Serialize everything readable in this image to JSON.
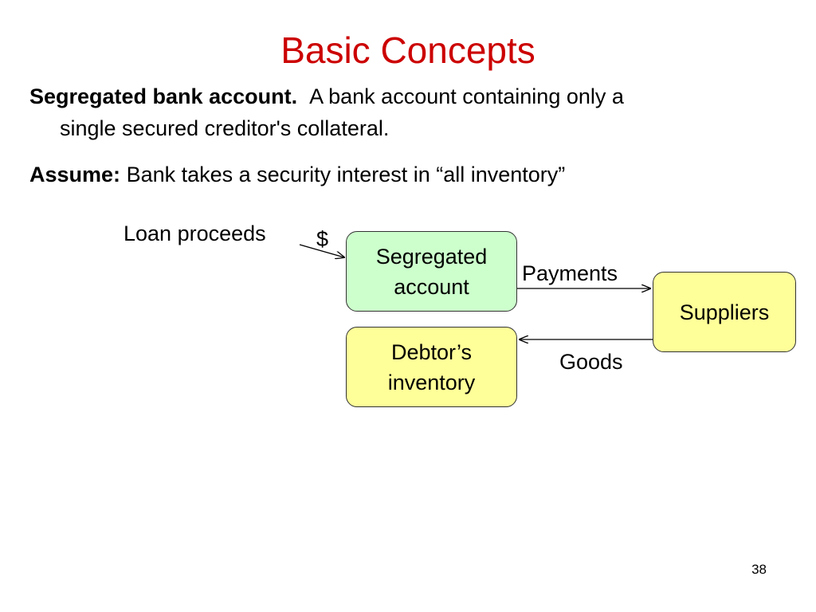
{
  "slide": {
    "title": "Basic Concepts",
    "definition": {
      "term": "Segregated bank account.",
      "text_line1": "A bank account containing only a",
      "text_line2": "single secured creditor's collateral."
    },
    "assumption": {
      "label": "Assume:",
      "text": "Bank takes a security interest in “all inventory”"
    },
    "page_number": "38"
  },
  "diagram": {
    "colors": {
      "segregated_fill": "#ccffcc",
      "yellow_fill": "#ffff99",
      "arrow": "#000000"
    },
    "labels": {
      "loan_proceeds": "Loan proceeds",
      "dollar": "$",
      "payments": "Payments",
      "goods": "Goods"
    },
    "nodes": {
      "segregated_account": {
        "line1": "Segregated",
        "line2": "account"
      },
      "debtors_inventory": {
        "line1": "Debtor’s",
        "line2": "inventory"
      },
      "suppliers": {
        "line1": "Suppliers"
      }
    }
  }
}
